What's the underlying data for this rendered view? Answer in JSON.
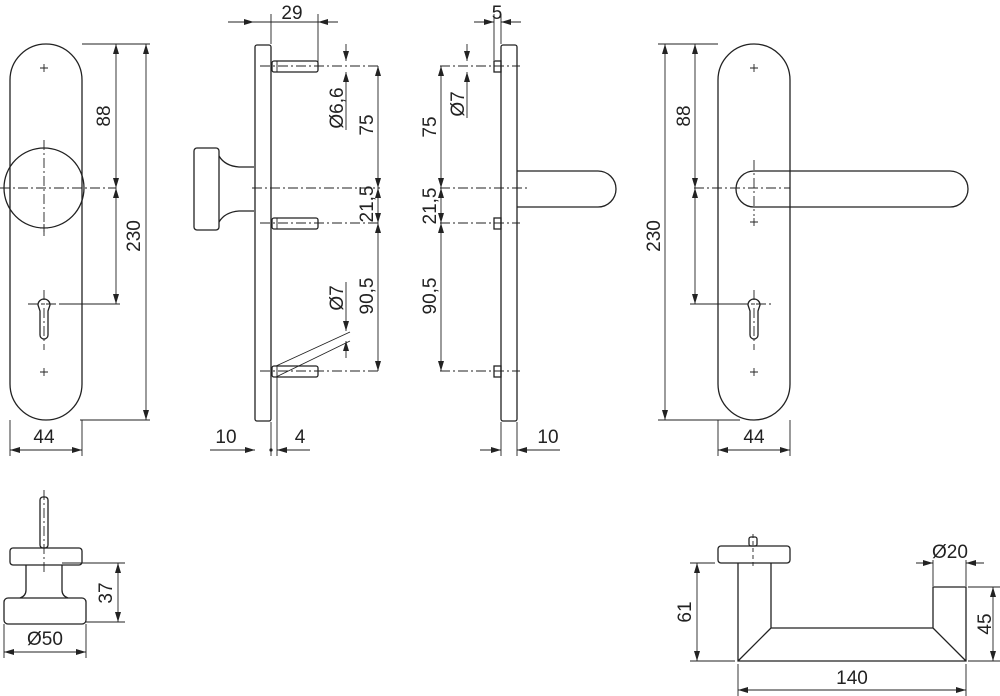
{
  "dimensions": {
    "front_knob": {
      "width": "44",
      "height": "230",
      "center": "88"
    },
    "side_knob": {
      "pin_length": "29",
      "pin_dia_top": "Ø6,6",
      "pin_dia_bottom": "Ø7",
      "upper": "75",
      "middle": "21,5",
      "lower": "90,5",
      "plate": "10",
      "offset": "4"
    },
    "side_lever": {
      "pin_length": "5",
      "pin_dia": "Ø7",
      "upper": "75",
      "middle": "21,5",
      "lower": "90,5",
      "plate": "10"
    },
    "front_lever": {
      "width": "44",
      "height": "230",
      "center": "88"
    },
    "knob_top": {
      "height": "37",
      "diameter": "Ø50"
    },
    "lever_top": {
      "height": "61",
      "end_height": "45",
      "diameter": "Ø20",
      "length": "140"
    }
  }
}
